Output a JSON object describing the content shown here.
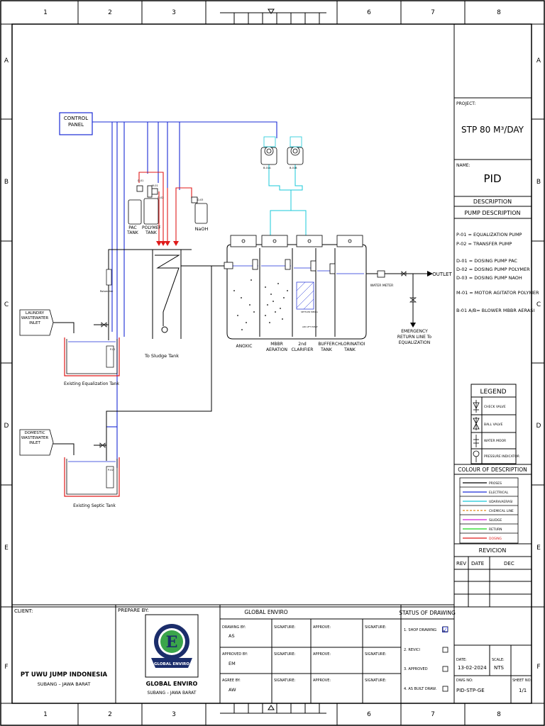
{
  "grid": {
    "columns": [
      "1",
      "2",
      "3",
      "",
      "",
      "6",
      "7",
      "8"
    ],
    "rows": [
      "A",
      "B",
      "C",
      "D",
      "E",
      "F"
    ]
  },
  "title_block": {
    "project_label": "PROJECT:",
    "project": "STP 80 M³/DAY",
    "name_label": "NAME:",
    "name": "PID",
    "description_header": "DESCRIPTION",
    "pump_description_header": "PUMP DESCRIPTION",
    "pump_lines": [
      "P-01 = EQUALIZATION PUMP",
      "P-02 = TRANSFER PUMP",
      "D-01 = DOSING PUMP PAC",
      "D-02 = DOSING PUMP POLYMER",
      "D-03 = DOSING PUMP NAOH",
      "M-01 = MOTOR AGITATOR POLYMER",
      "B-01 A/B= BLOWER MBBR AERASI"
    ],
    "legend_title": "LEGEND",
    "legend_items": [
      "CHECK VALVE",
      "BALL VALVE",
      "WATER MOOR",
      "PRESSURE INDICATOR"
    ],
    "colour_title": "COLOUR OF DESCRIPTION",
    "colour_items": [
      {
        "label": "PROSES",
        "color": "#000000"
      },
      {
        "label": "ELECTRICAL",
        "color": "#1a2bd6"
      },
      {
        "label": "UDARA/AERASI",
        "color": "#18c8d8"
      },
      {
        "label": "CHEMICAL LINE",
        "color": "#e08a1a"
      },
      {
        "label": "SLUDGE",
        "color": "#d81ad8"
      },
      {
        "label": "RETURN",
        "color": "#1ad81a"
      },
      {
        "label": "DOSING",
        "color": "#e01a1a"
      }
    ],
    "revision_title": "REVICION",
    "revision_cols": [
      "REV",
      "DATE",
      "DEC"
    ]
  },
  "bottom": {
    "client_label": "CLIENT:",
    "client_name": "PT UWU JUMP INDONESIA",
    "client_addr": "SUBANG – JAWA BARAT",
    "prepare_label": "PREPARE BY:",
    "company": "GLOBAL ENVIRO",
    "company_addr": "SUBANG – JAWA BARAT",
    "logo_letter": "E",
    "logo_ribbon": "GLOBAL ENVIRO",
    "ge_header": "GLOBAL ENVIRO",
    "drawing_by_label": "DRAWING BY:",
    "drawing_by": "AS",
    "approved_by_label": "APPROVED BY:",
    "approved_by": "EM",
    "agree_by_label": "AGREE BY:",
    "agree_by": "AW",
    "signature_label": "SIGNATURE:",
    "approve_label": "APPROVE:",
    "status_title": "STATUS OF DRAWING",
    "status_items": [
      "1. SHOP DRAWING",
      "2. REVICI",
      "3. APPROVED",
      "4. AS BUILT DRAW."
    ],
    "status_checked": "☑",
    "date_label": "DATE:",
    "date": "13-02-2024",
    "scale_label": "SCALE:",
    "scale": "NTS",
    "dwg_label": "DWG NO:",
    "dwg": "PID-STP-GE",
    "sheet_label": "SHEET NO:",
    "sheet": "1/1"
  },
  "diagram": {
    "control_panel": "CONTROL PANEL",
    "pac_tank": "PAC TANK",
    "polymer_tank": "POLYMER TANK",
    "naoh": "NaOH",
    "laundry_inlet": "LAUNDRY WASTEWATER INLET",
    "domestic_inlet": "DOMESTIC WASTEWATER INLET",
    "eq_tank": "Existing Equalization Tank",
    "septic_tank": "Existing Septic Tank",
    "sludge_tank": "To Sludge Tank",
    "anoxic": "ANOXIC",
    "mbbr": "MBBR AERATION",
    "clarifier": "2nd CLARIFIER",
    "buffer": "BUFFER TANK",
    "chlorination": "CHLORINATION TANK",
    "water_meter": "WATER METER",
    "outlet": "OUTLET",
    "emergency": "EMERGENCY RETURN LINE To EQUALIZATION",
    "blower_a": "B-01A",
    "blower_b": "B-01B",
    "p01": "P-01",
    "p02": "P-02",
    "d01": "D-01",
    "d02": "D-02",
    "d03": "D-03",
    "m01": "M-01",
    "rotameter": "Rotameter",
    "air_lift": "AIR LIFT PUMP",
    "settler": "SETTLER MEDIA"
  }
}
